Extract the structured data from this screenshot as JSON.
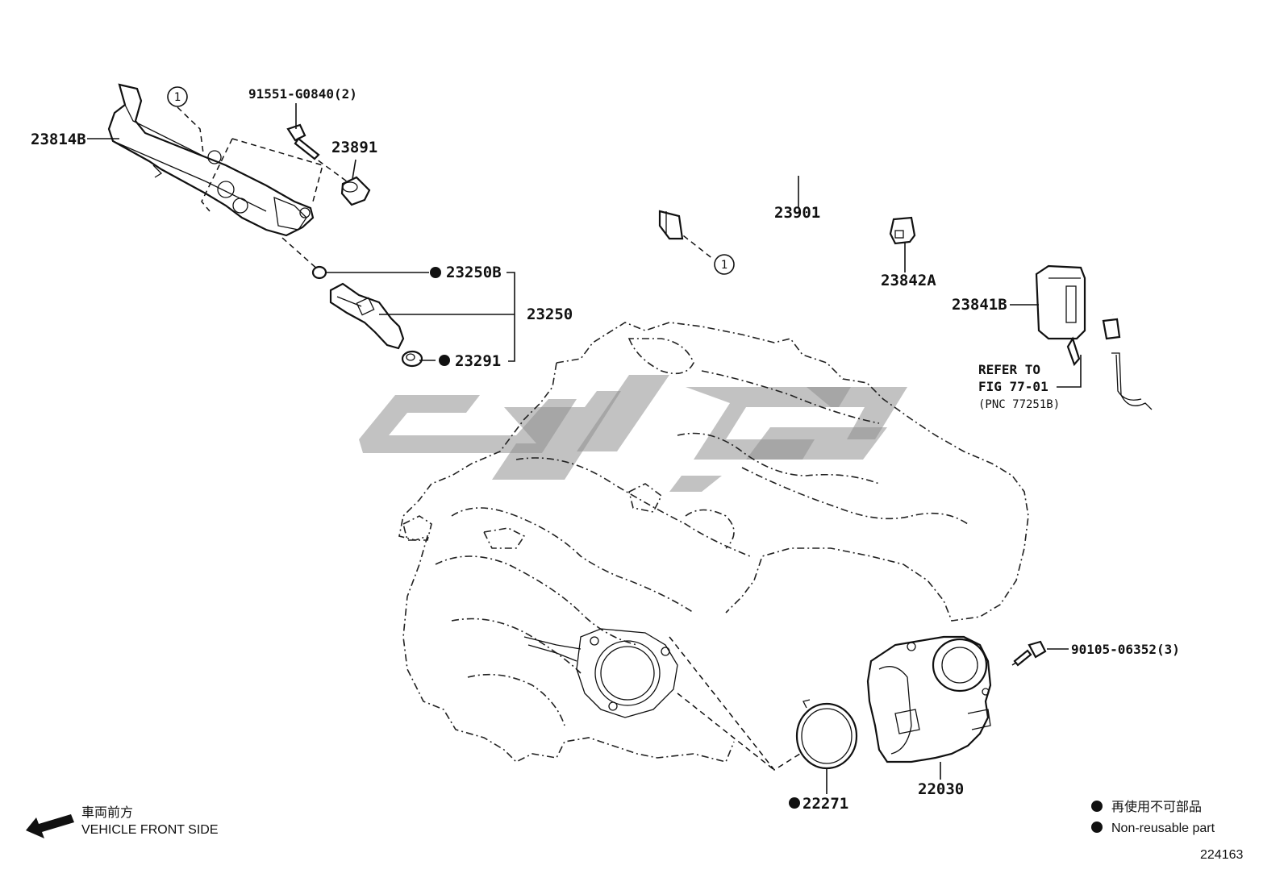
{
  "labels": {
    "p23814b": "23814B",
    "ref1_a": "1",
    "p91551": "91551-G0840(2)",
    "p23891": "23891",
    "p23901": "23901",
    "ref1_b": "1",
    "p23842a": "23842A",
    "p23841b": "23841B",
    "p23250b": "23250B",
    "p23250": "23250",
    "p23291": "23291",
    "refer_line1": "REFER TO",
    "refer_line2": "FIG 77-01",
    "refer_line3": "(PNC 77251B)",
    "p90105": "90105-06352(3)",
    "p22030": "22030",
    "p22271": "22271"
  },
  "legend": {
    "direction_jp": "車両前方",
    "direction_en": "VEHICLE FRONT SIDE",
    "nonreusable_jp": "再使用不可部品",
    "nonreusable_en": "Non-reusable part"
  },
  "figure_number": "224163",
  "colors": {
    "ink": "#111111",
    "watermark": "#8f8f8f",
    "background": "#ffffff"
  },
  "icons": {
    "direction_arrow": "arrow-left-down-icon",
    "nonreusable_marker": "filled-dot-icon"
  }
}
